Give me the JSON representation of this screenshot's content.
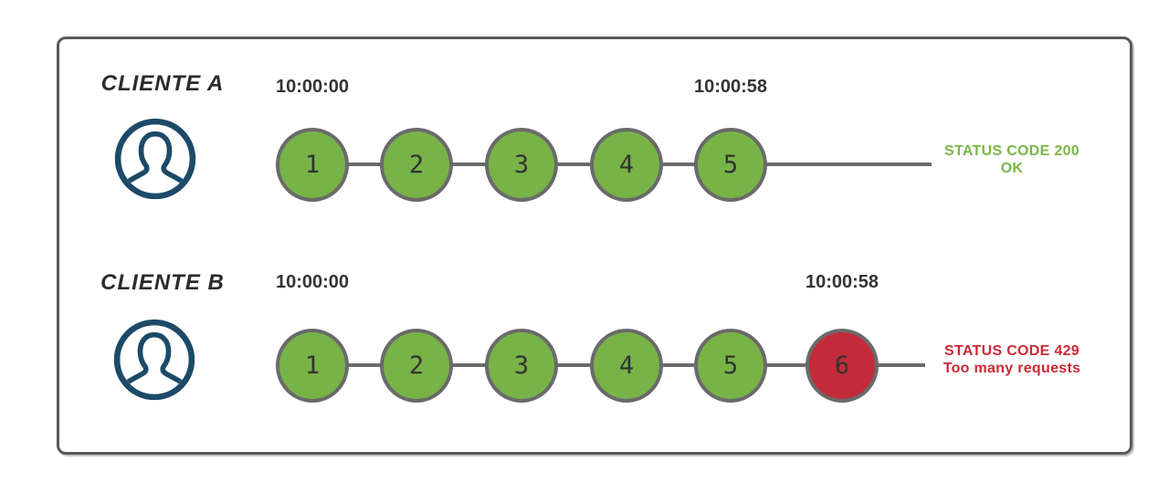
{
  "colors": {
    "success": "#78b347",
    "error": "#c42b3a",
    "success_text": "#7ab648",
    "error_text": "#cc2936",
    "node_border": "#6a6a6a",
    "line": "#6a6a6a",
    "icon_navy": "#1c4a68"
  },
  "rows": [
    {
      "client": "CLIENTE A",
      "start_time": "10:00:00",
      "end_time": "10:00:58",
      "requests": [
        "1",
        "2",
        "3",
        "4",
        "5"
      ],
      "status": {
        "code_line": "STATUS CODE 200",
        "message": "OK"
      }
    },
    {
      "client": "CLIENTE B",
      "start_time": "10:00:00",
      "end_time": "10:00:58",
      "requests": [
        "1",
        "2",
        "3",
        "4",
        "5",
        "6"
      ],
      "status": {
        "code_line": "STATUS CODE 429",
        "message": "Too many requests"
      }
    }
  ]
}
